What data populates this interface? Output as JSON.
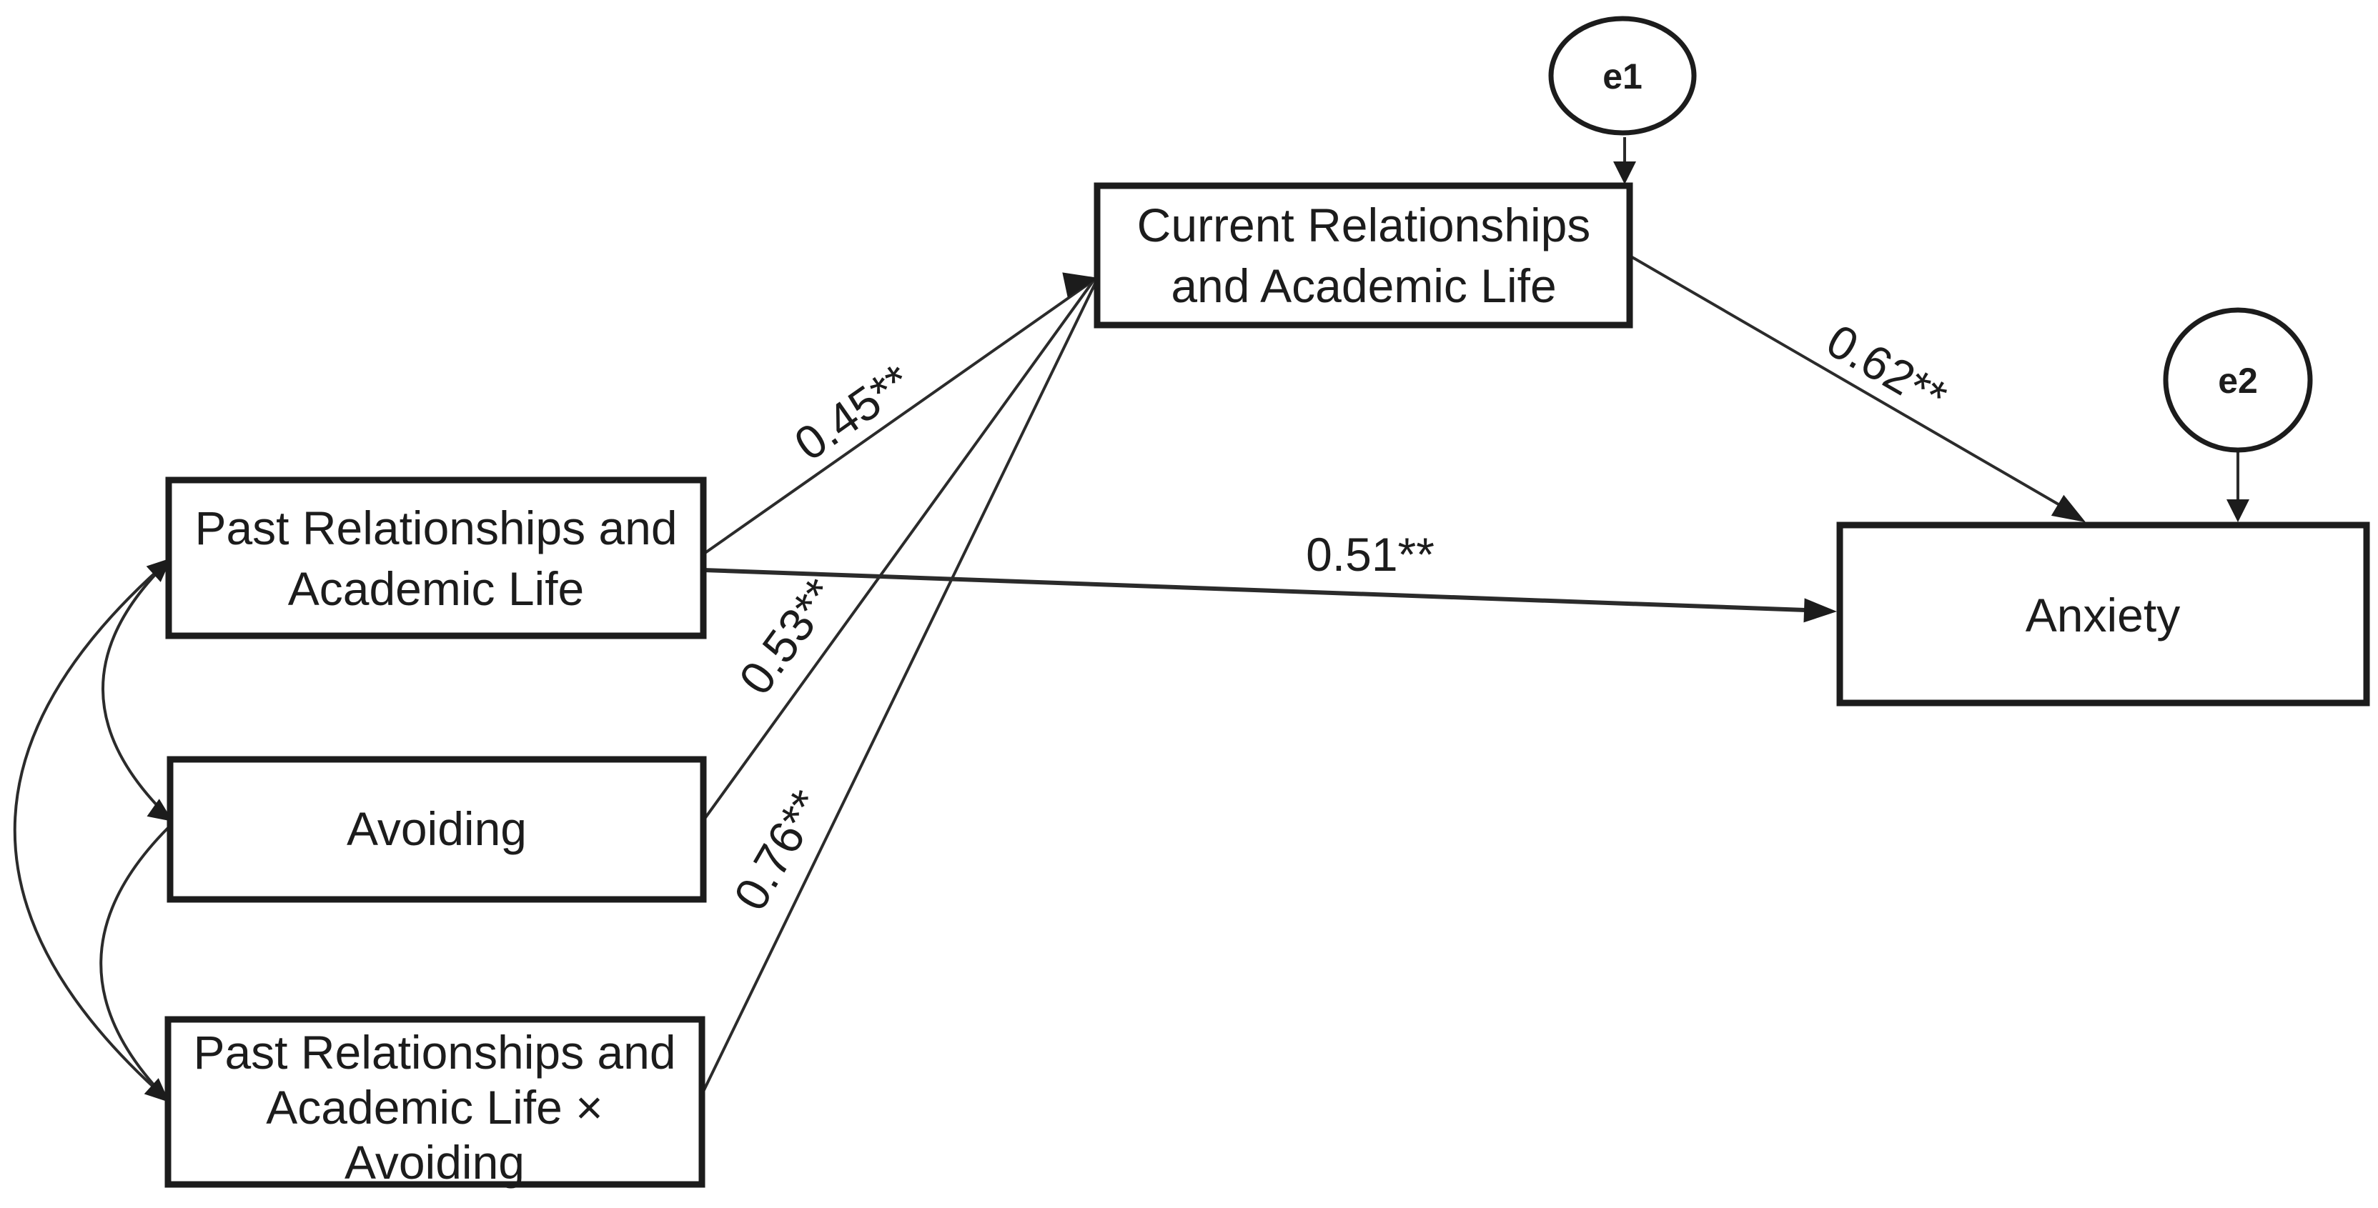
{
  "diagram": {
    "background_color": "#ffffff",
    "ink_color": "#1c1c1c",
    "nodes": {
      "past_relationships": {
        "lines": [
          "Past Relationships and",
          "Academic Life"
        ]
      },
      "avoiding": {
        "lines": [
          "Avoiding"
        ]
      },
      "interaction": {
        "lines": [
          "Past Relationships and",
          "Academic Life ×",
          "Avoiding"
        ]
      },
      "current_relationships": {
        "lines": [
          "Current Relationships",
          "and Academic Life"
        ]
      },
      "anxiety": {
        "lines": [
          "Anxiety"
        ]
      }
    },
    "error_terms": {
      "e1": {
        "label": "e1",
        "attached_to": "Current Relationships and Academic Life"
      },
      "e2": {
        "label": "e2",
        "attached_to": "Anxiety"
      }
    },
    "paths": [
      {
        "from": "Past Relationships and Academic Life",
        "to": "Current Relationships and Academic Life",
        "coefficient": "0.45**"
      },
      {
        "from": "Avoiding",
        "to": "Current Relationships and Academic Life",
        "coefficient": "0.53**"
      },
      {
        "from": "Past Relationships and Academic Life × Avoiding",
        "to": "Current Relationships and Academic Life",
        "coefficient": "0.76**"
      },
      {
        "from": "Past Relationships and Academic Life",
        "to": "Anxiety",
        "coefficient": "0.51**"
      },
      {
        "from": "Current Relationships and Academic Life",
        "to": "Anxiety",
        "coefficient": "0.62**"
      }
    ],
    "covariances": [
      {
        "between": [
          "Past Relationships and Academic Life",
          "Avoiding"
        ]
      },
      {
        "between": [
          "Avoiding",
          "Past Relationships and Academic Life × Avoiding"
        ]
      },
      {
        "between": [
          "Past Relationships and Academic Life",
          "Past Relationships and Academic Life × Avoiding"
        ]
      }
    ]
  }
}
